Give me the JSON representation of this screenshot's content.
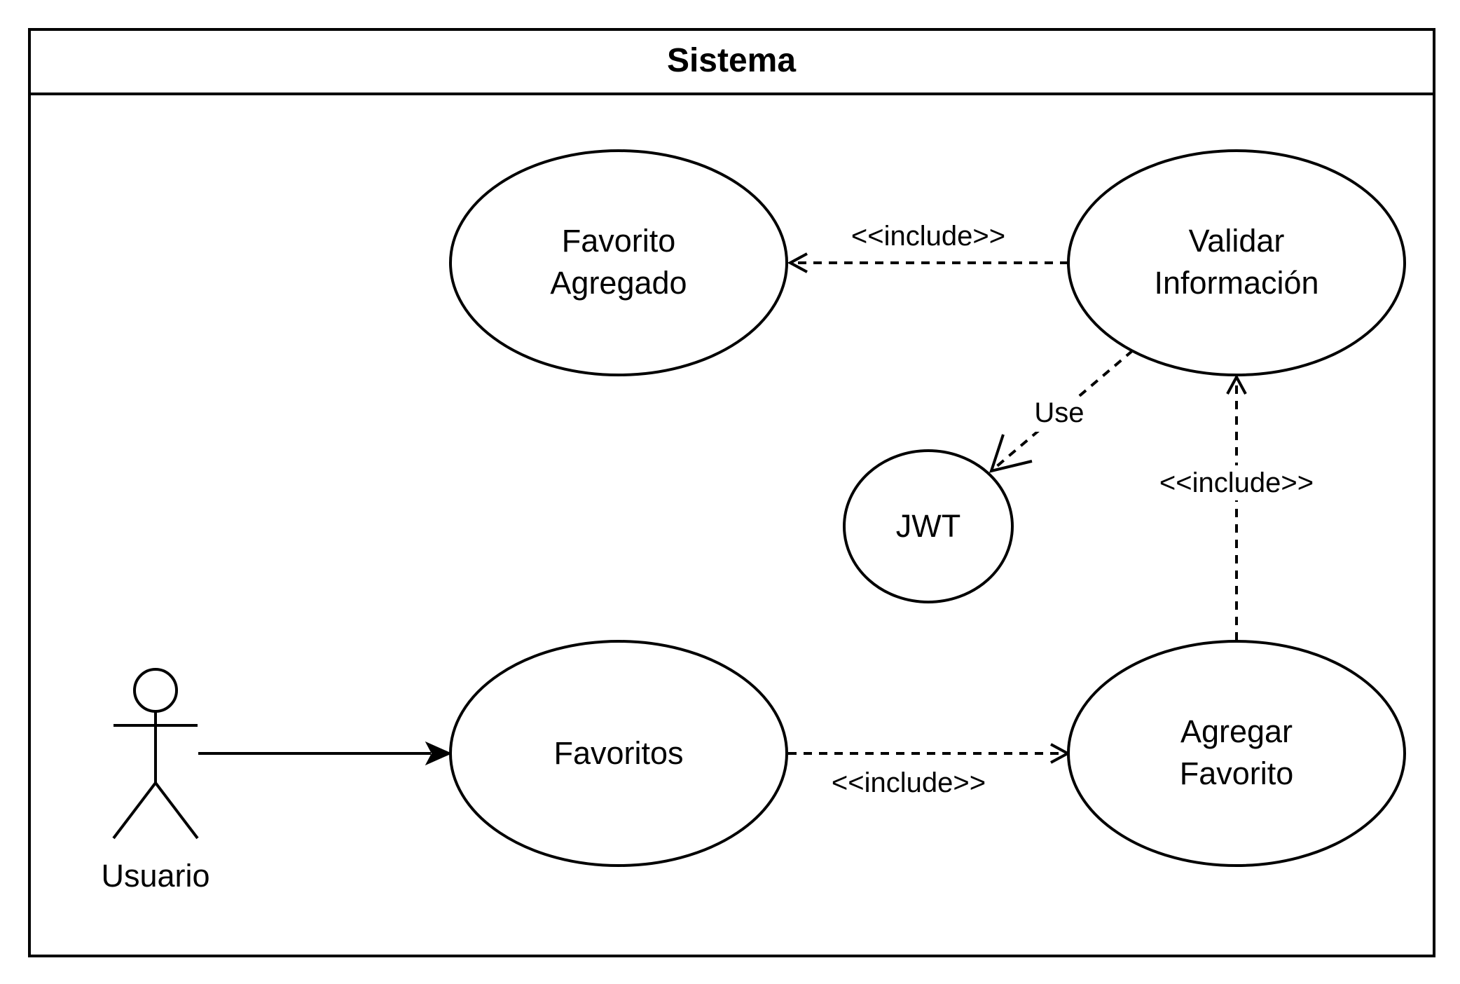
{
  "system": {
    "title": "Sistema"
  },
  "actor": {
    "name": "Usuario"
  },
  "use_cases": {
    "favorito_agregado": {
      "line1": "Favorito",
      "line2": "Agregado"
    },
    "validar_informacion": {
      "line1": "Validar",
      "line2": "Información"
    },
    "jwt": {
      "label": "JWT"
    },
    "favoritos": {
      "label": "Favoritos"
    },
    "agregar_favorito": {
      "line1": "Agregar",
      "line2": "Favorito"
    }
  },
  "relations": {
    "validar_to_favorito_agregado": "<<include>>",
    "validar_to_jwt": "Use",
    "agregar_to_validar": "<<include>>",
    "favoritos_to_agregar": "<<include>>"
  }
}
